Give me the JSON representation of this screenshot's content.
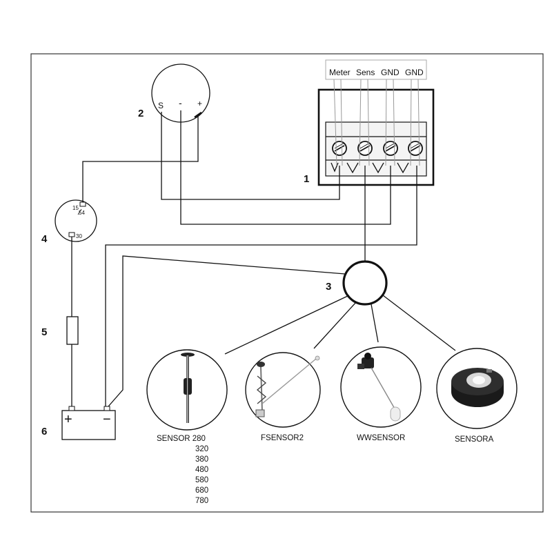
{
  "components": {
    "terminal_block": {
      "number": "1",
      "labels": [
        "Meter",
        "Sens",
        "GND",
        "GND"
      ]
    },
    "gauge": {
      "number": "2",
      "terminals": {
        "s": "S",
        "minus": "-",
        "plus": "+"
      }
    },
    "splitter": {
      "number": "3"
    },
    "ignition_relay": {
      "number": "4",
      "pin_15": "15",
      "pin_54": "54",
      "pin_30": "30"
    },
    "fuse": {
      "number": "5"
    },
    "battery": {
      "number": "6",
      "plus": "+",
      "minus": "−"
    }
  },
  "sensors": [
    {
      "label": "SENSOR 280",
      "extra_sizes": [
        "320",
        "380",
        "480",
        "580",
        "680",
        "780"
      ]
    },
    {
      "label": "FSENSOR2"
    },
    {
      "label": "WWSENSOR"
    },
    {
      "label": "SENSORA"
    }
  ]
}
